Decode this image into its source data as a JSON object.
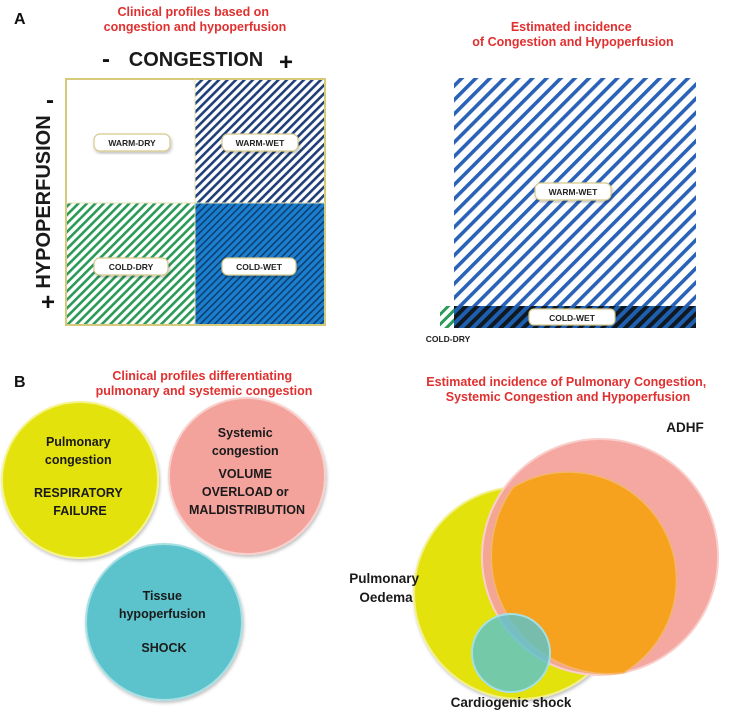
{
  "panel_a": {
    "letter": "A",
    "left_title": [
      "Clinical profiles based on",
      "congestion and hypoperfusion"
    ],
    "congestion_axis": "CONGESTION",
    "hypoperfusion_axis": "HYPOPERFUSION",
    "minus": "-",
    "plus": "+",
    "quadrants": {
      "warm_dry": "WARM-DRY",
      "warm_wet": "WARM-WET",
      "cold_dry": "COLD-DRY",
      "cold_wet": "COLD-WET"
    },
    "right_title": [
      "Estimated incidence",
      "of Congestion and Hypoperfusion"
    ],
    "incidence_labels": {
      "warm_wet": "WARM-WET",
      "cold_wet": "COLD-WET",
      "cold_dry": "COLD-DRY"
    }
  },
  "panel_b": {
    "letter": "B",
    "left_title": [
      "Clinical profiles differentiating",
      "pulmonary and systemic congestion"
    ],
    "circles": {
      "pulmonary": [
        "Pulmonary",
        "congestion",
        "",
        "RESPIRATORY",
        "FAILURE"
      ],
      "systemic": [
        "Systemic",
        "congestion",
        "VOLUME",
        "OVERLOAD or",
        "MALDISTRIBUTION"
      ],
      "tissue": [
        "Tissue",
        "hypoperfusion",
        "",
        "SHOCK"
      ]
    },
    "right_title": [
      "Estimated incidence of Pulmonary Congestion,",
      "Systemic Congestion and Hypoperfusion"
    ],
    "venn_labels": {
      "adhf": "ADHF",
      "pulmonary_oedema": [
        "Pulmonary",
        "Oedema"
      ],
      "cardiogenic_shock": "Cardiogenic shock"
    }
  },
  "colors": {
    "title_red": "#e03030",
    "navy_stripe": "#1f3f78",
    "blue_stripe": "#2a62b8",
    "green_stripe": "#2a9a58",
    "cold_wet_fill": "#1b7fd0",
    "yellow": "#e3e20e",
    "salmon": "#f4a29c",
    "teal": "#5cc3cc",
    "orange": "#f7a21e"
  }
}
